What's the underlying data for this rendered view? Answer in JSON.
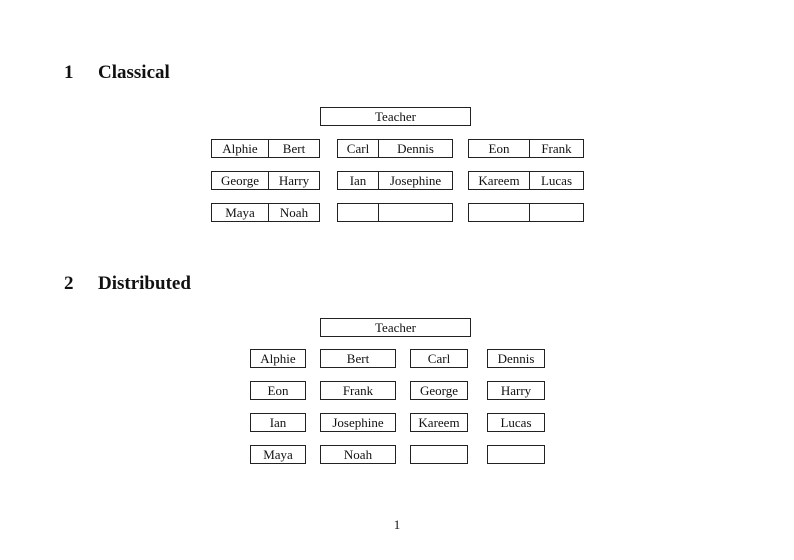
{
  "page": {
    "number": "1"
  },
  "sections": [
    {
      "number": "1",
      "title": "Classical",
      "teacher_label": "Teacher",
      "desks": [
        [
          [
            "Alphie",
            "Bert"
          ],
          [
            "Carl",
            "Dennis"
          ],
          [
            "Eon",
            "Frank"
          ]
        ],
        [
          [
            "George",
            "Harry"
          ],
          [
            "Ian",
            "Josephine"
          ],
          [
            "Kareem",
            "Lucas"
          ]
        ],
        [
          [
            "Maya",
            "Noah"
          ],
          [
            "",
            ""
          ],
          [
            "",
            ""
          ]
        ]
      ]
    },
    {
      "number": "2",
      "title": "Distributed",
      "teacher_label": "Teacher",
      "desks": [
        [
          "Alphie",
          "Bert",
          "Carl",
          "Dennis"
        ],
        [
          "Eon",
          "Frank",
          "George",
          "Harry"
        ],
        [
          "Ian",
          "Josephine",
          "Kareem",
          "Lucas"
        ],
        [
          "Maya",
          "Noah",
          "",
          ""
        ]
      ]
    }
  ]
}
